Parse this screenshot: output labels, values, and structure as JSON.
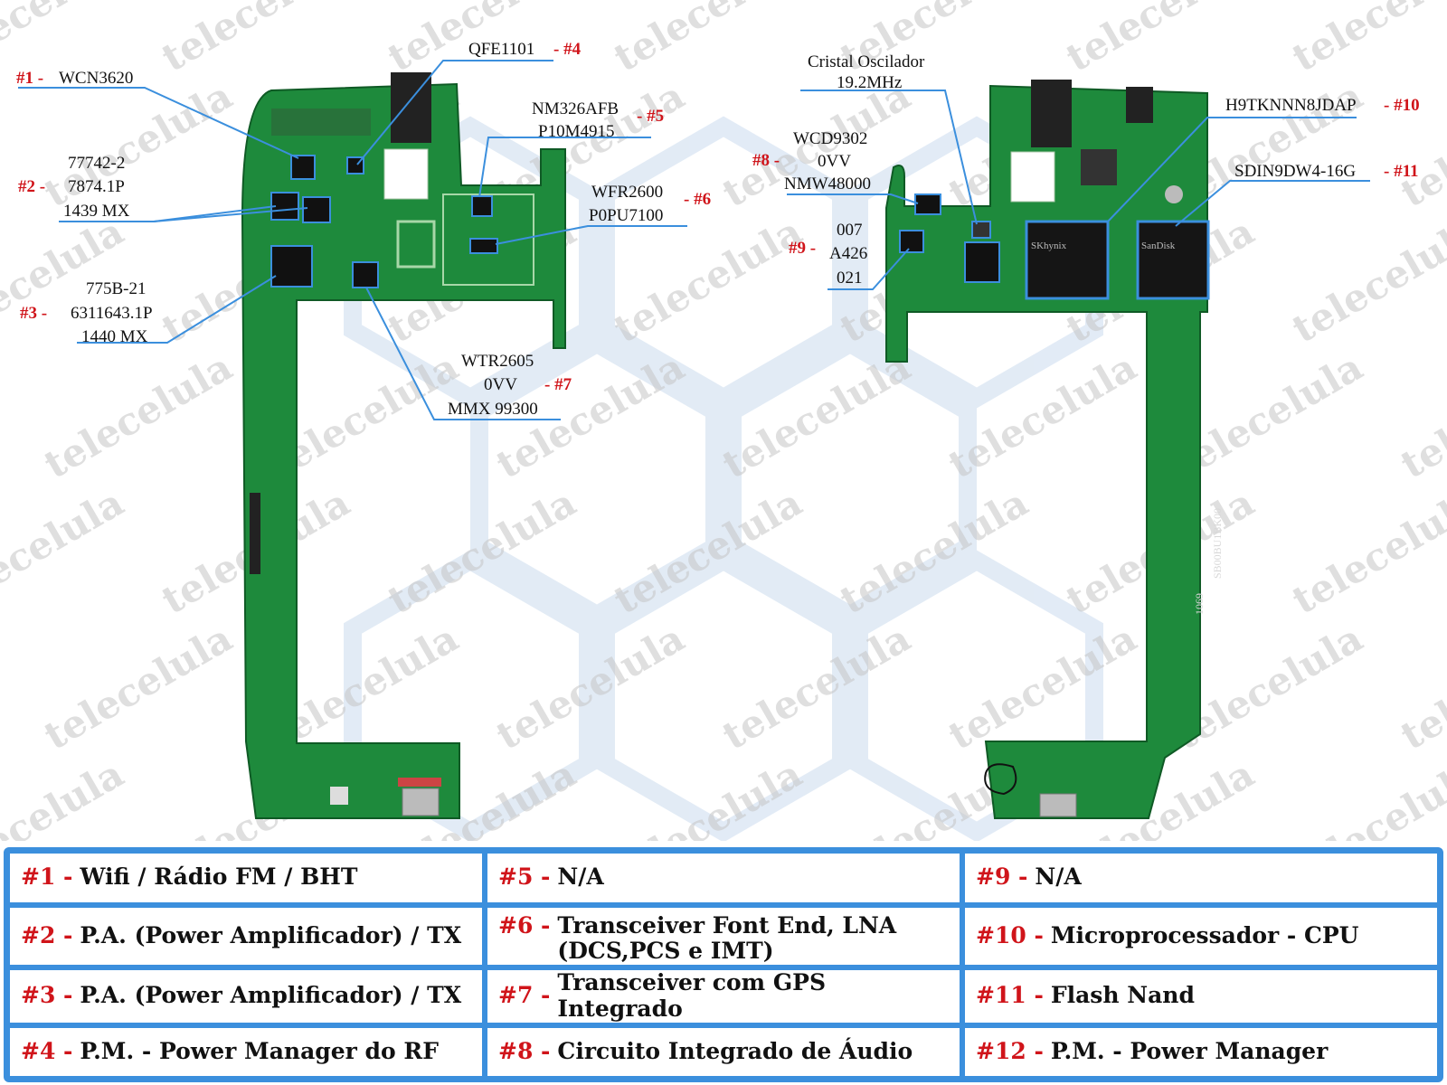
{
  "watermark_text": "telecelula",
  "colors": {
    "accent_red": "#d0141a",
    "callout_blue": "#3b8fdd",
    "pcb_green": "#1e8a3c"
  },
  "callouts": {
    "c1": {
      "number": "#1 -",
      "lines": [
        "WCN3620"
      ]
    },
    "c2": {
      "number": "#2 -",
      "lines": [
        "77742-2",
        "7874.1P",
        "1439 MX"
      ]
    },
    "c3": {
      "number": "#3 -",
      "lines": [
        "775B-21",
        "6311643.1P",
        "1440 MX"
      ]
    },
    "c4": {
      "number": "- #4",
      "lines": [
        "QFE1101"
      ]
    },
    "c5": {
      "number": "- #5",
      "lines": [
        "NM326AFB",
        "P10M4915"
      ]
    },
    "c6": {
      "number": "- #6",
      "lines": [
        "WFR2600",
        "P0PU7100"
      ]
    },
    "c7": {
      "number": "- #7",
      "lines": [
        "WTR2605",
        "0VV",
        "MMX 99300"
      ]
    },
    "crystal": {
      "lines": [
        "Cristal Oscilador",
        "19.2MHz"
      ]
    },
    "c8": {
      "number": "#8 -",
      "lines": [
        "WCD9302",
        "0VV",
        "NMW48000"
      ]
    },
    "c9": {
      "number": "#9 -",
      "lines": [
        "007",
        "A426",
        "021"
      ]
    },
    "c10": {
      "number": "- #10",
      "lines": [
        "H9TKNNN8JDAP"
      ]
    },
    "c11": {
      "number": "- #11",
      "lines": [
        "SDIN9DW4-16G"
      ]
    }
  },
  "board_text": {
    "ram_brand": "SKhynix",
    "flash_brand": "SanDisk",
    "silk_code": "SB00BU1BK00",
    "silk_num": "1069"
  },
  "legend": [
    {
      "number": "#1 -",
      "text": "Wifi  /  Rádio FM  /  BHT"
    },
    {
      "number": "#5 -",
      "text": "N/A"
    },
    {
      "number": "#9 -",
      "text": "N/A"
    },
    {
      "number": "#2 -",
      "text": "P.A. (Power Amplificador) / TX"
    },
    {
      "number": "#6 -",
      "text": "Transceiver Font End, LNA",
      "text2": "(DCS,PCS e IMT)"
    },
    {
      "number": "#10 -",
      "text": "Microprocessador - CPU"
    },
    {
      "number": "#3 -",
      "text": "P.A. (Power Amplificador) / TX"
    },
    {
      "number": "#7 -",
      "text": "Transceiver com GPS Integrado"
    },
    {
      "number": "#11 -",
      "text": "Flash Nand"
    },
    {
      "number": "#4 -",
      "text": "P.M. - Power Manager do RF"
    },
    {
      "number": "#8 -",
      "text": "Circuito Integrado de Áudio"
    },
    {
      "number": "#12 -",
      "text": "P.M. - Power Manager"
    }
  ]
}
